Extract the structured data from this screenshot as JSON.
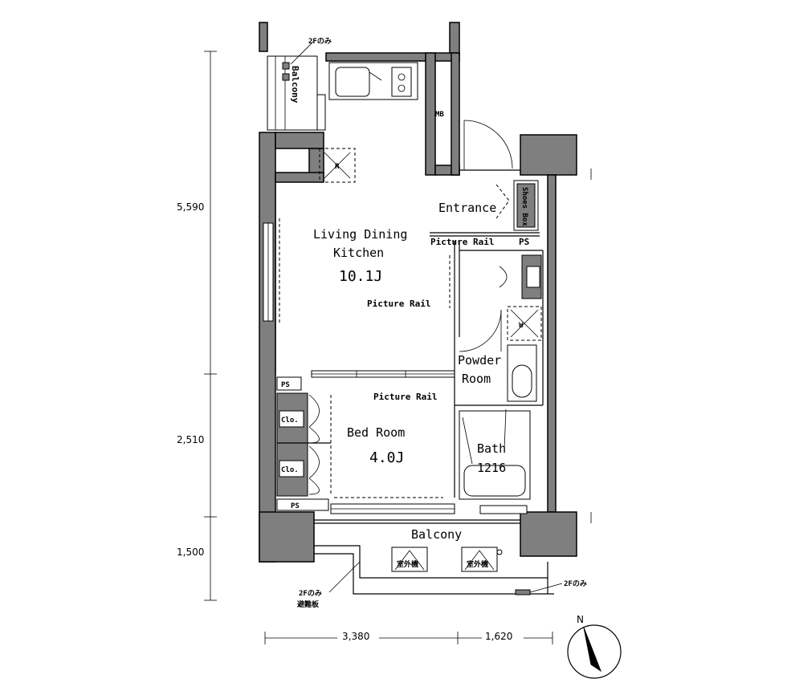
{
  "rooms": {
    "ldk": {
      "line1": "Living Dining",
      "line2": "Kitchen",
      "size": "10.1J"
    },
    "bedroom": {
      "name": "Bed Room",
      "size": "4.0J"
    },
    "entrance": "Entrance",
    "powder": {
      "line1": "Powder",
      "line2": "Room"
    },
    "bath": {
      "name": "Bath",
      "size": "1216"
    },
    "balcony_top": "Balcony",
    "balcony_bottom": "Balcony"
  },
  "labels": {
    "picture_rail_1": "Picture Rail",
    "picture_rail_2": "Picture Rail",
    "picture_rail_3": "Picture Rail",
    "ps_1": "PS",
    "ps_2": "PS",
    "ps_3": "PS",
    "mb": "MB",
    "r_mark": "R",
    "w_mark": "W",
    "clo_1": "Clo.",
    "clo_2": "Clo.",
    "note_2f_1": "2Fのみ",
    "note_2f_2": "2Fのみ",
    "note_2f_3": "2Fのみ",
    "note_partition": "避難板",
    "shoe_box": "Shoes Box",
    "outdoor_unit_1": "室外機",
    "outdoor_unit_2": "室外機"
  },
  "dimensions": {
    "v1": "5,590",
    "v2": "2,510",
    "v3": "1,500",
    "h1": "3,380",
    "h2": "1,620"
  },
  "compass": {
    "north": "N"
  }
}
